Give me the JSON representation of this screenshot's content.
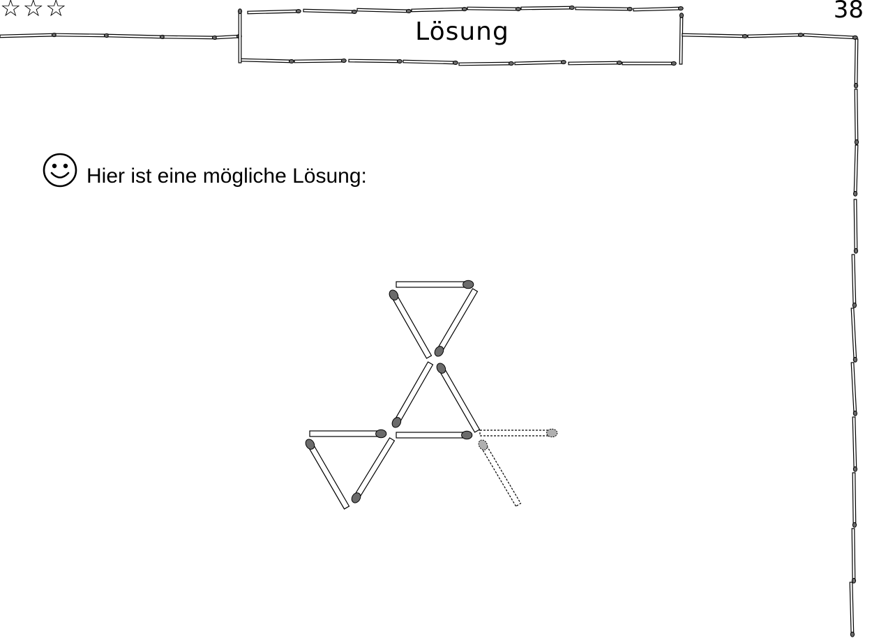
{
  "header": {
    "title": "Lösung",
    "page_number": "38",
    "difficulty_stars": "☆☆☆",
    "difficulty_level": 3
  },
  "content": {
    "intro_text": "Hier ist eine mögliche Lösung:",
    "smiley_icon": "smiley-face-icon"
  },
  "puzzle": {
    "moved_matches_count": 2,
    "colors": {
      "match_head": "#6b6b6b",
      "moved_head": "#b0b0b0",
      "stroke": "#000000"
    }
  }
}
